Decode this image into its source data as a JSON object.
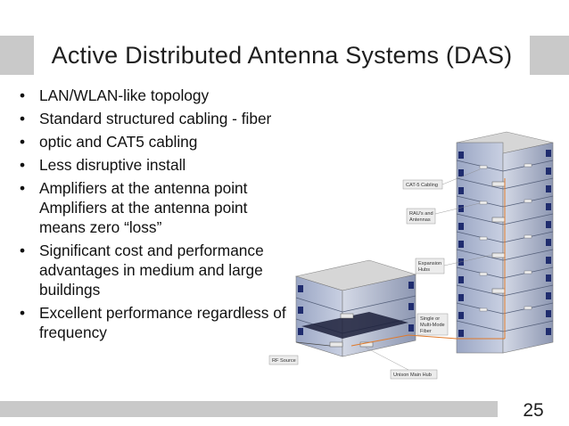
{
  "slide": {
    "title": "Active Distributed Antenna Systems (DAS)",
    "page_number": "25"
  },
  "bullets": [
    "LAN/WLAN-like topology",
    "Standard structured cabling - fiber",
    "optic and CAT5 cabling",
    "Less disruptive install",
    "Amplifiers at the antenna point Amplifiers at the antenna point means zero “loss”",
    "Significant cost and performance advantages in medium and large buildings",
    "Excellent performance regardless  of frequency"
  ],
  "diagram": {
    "labels": {
      "cat5": "CAT-5 Cabling",
      "rau_line1": "RAU's and",
      "rau_line2": "Antennas",
      "exp_line1": "Expansion",
      "exp_line2": "Hubs",
      "fiber_line1": "Single or",
      "fiber_line2": "Multi-Mode",
      "fiber_line3": "Fiber",
      "rf_source": "RF Source",
      "main_hub": "Unison Main Hub"
    }
  }
}
